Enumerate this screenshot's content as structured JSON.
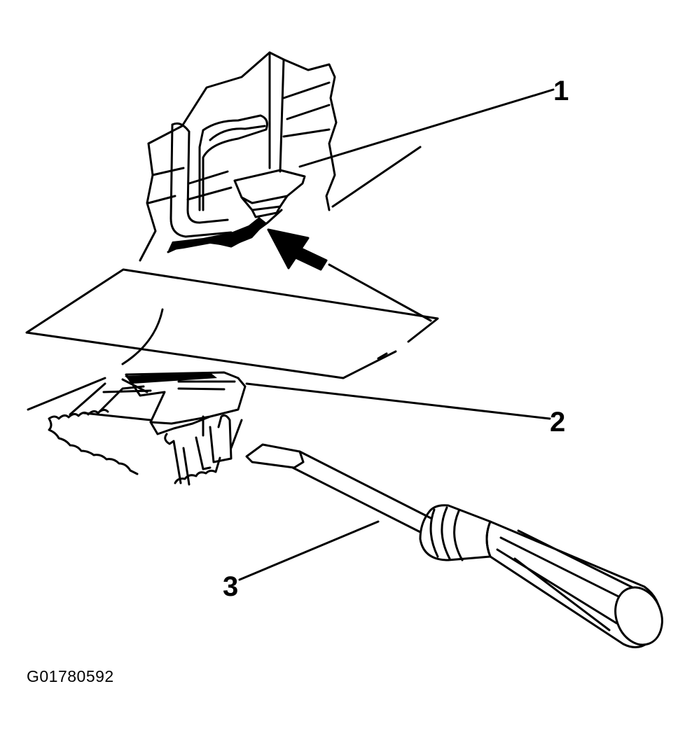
{
  "callouts": {
    "one": "1",
    "two": "2",
    "three": "3"
  },
  "figure_id": "G01780592",
  "colors": {
    "line": "#000000",
    "background": "#ffffff"
  }
}
